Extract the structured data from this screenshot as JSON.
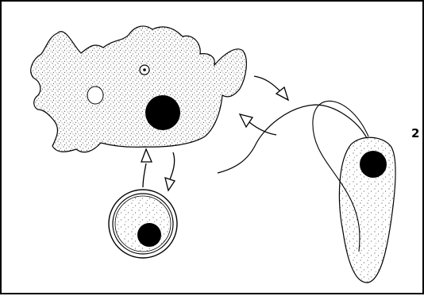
{
  "figure": {
    "panel_number": "2",
    "stages": [
      {
        "name": "amoeboid",
        "icon": "amoeba-icon"
      },
      {
        "name": "cyst",
        "icon": "cyst-icon"
      },
      {
        "name": "flagellate",
        "icon": "flagellate-icon"
      }
    ],
    "colors": {
      "ink": "#000000",
      "background": "#ffffff"
    }
  }
}
